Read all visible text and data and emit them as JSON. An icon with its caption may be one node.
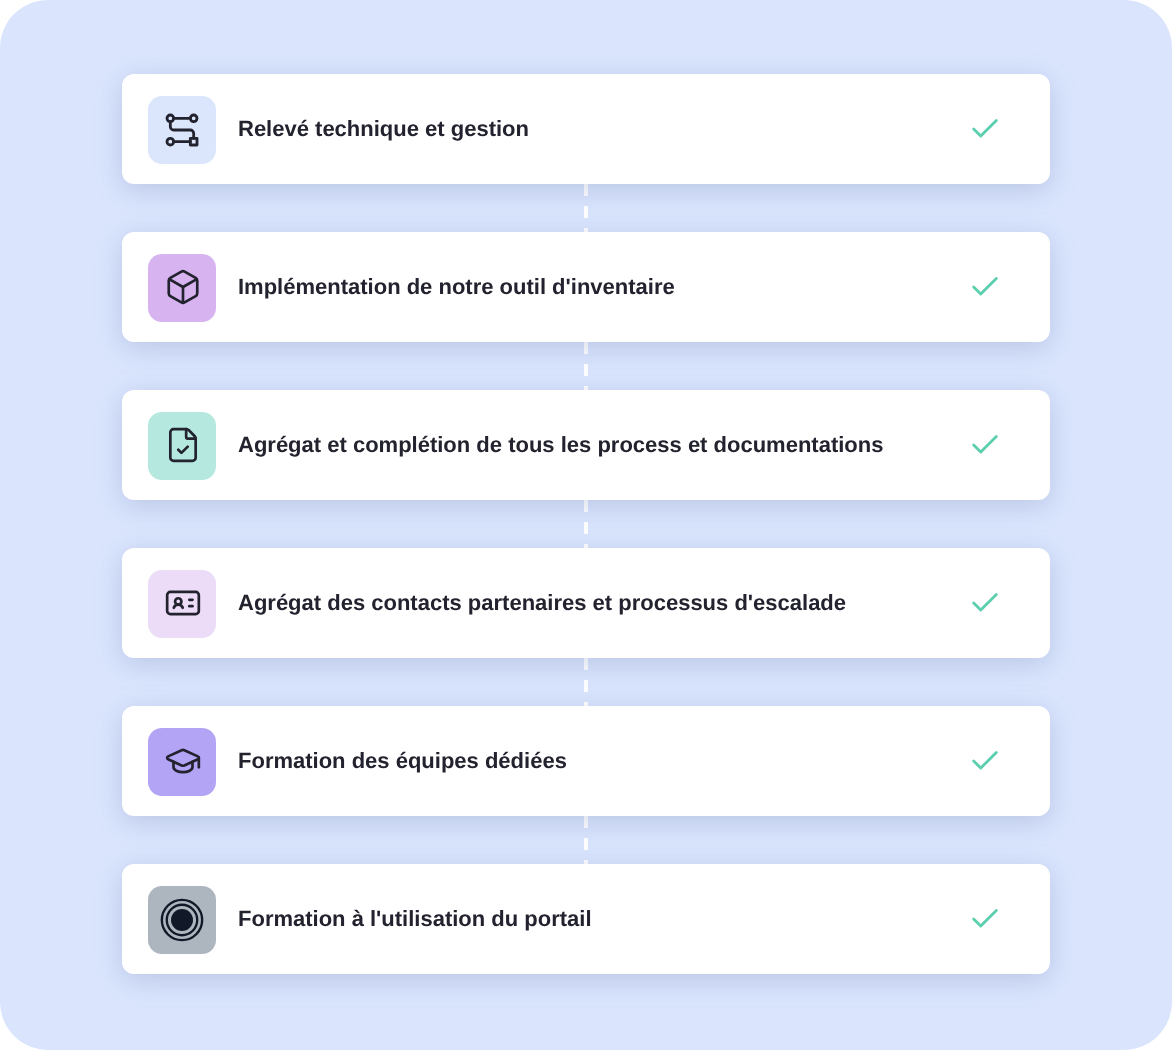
{
  "diagram": {
    "nodes": [
      {
        "text": [
          "Relevé technique et gestion"
        ]
      },
      {
        "text": [
          "Implémentation de notre outil d'inventaire"
        ]
      },
      {
        "text": [
          "Agrégat et complétion de tous les process et documentations"
        ]
      },
      {
        "text": [
          "Agrégat des contacts partenaires et processus d'escalade"
        ]
      },
      {
        "text": [
          "Formation des équipes dédiées"
        ]
      },
      {
        "text": [
          "Formation à l'utilisation du portail"
        ]
      }
    ],
    "edges": [
      {
        "from": 0,
        "to": 1,
        "arrow": "none",
        "style": "dashed"
      },
      {
        "from": 1,
        "to": 2,
        "arrow": "none",
        "style": "dashed"
      },
      {
        "from": 2,
        "to": 3,
        "arrow": "none",
        "style": "dashed"
      },
      {
        "from": 3,
        "to": 4,
        "arrow": "none",
        "style": "dashed"
      },
      {
        "from": 4,
        "to": 5,
        "arrow": "none",
        "style": "dashed"
      }
    ]
  }
}
